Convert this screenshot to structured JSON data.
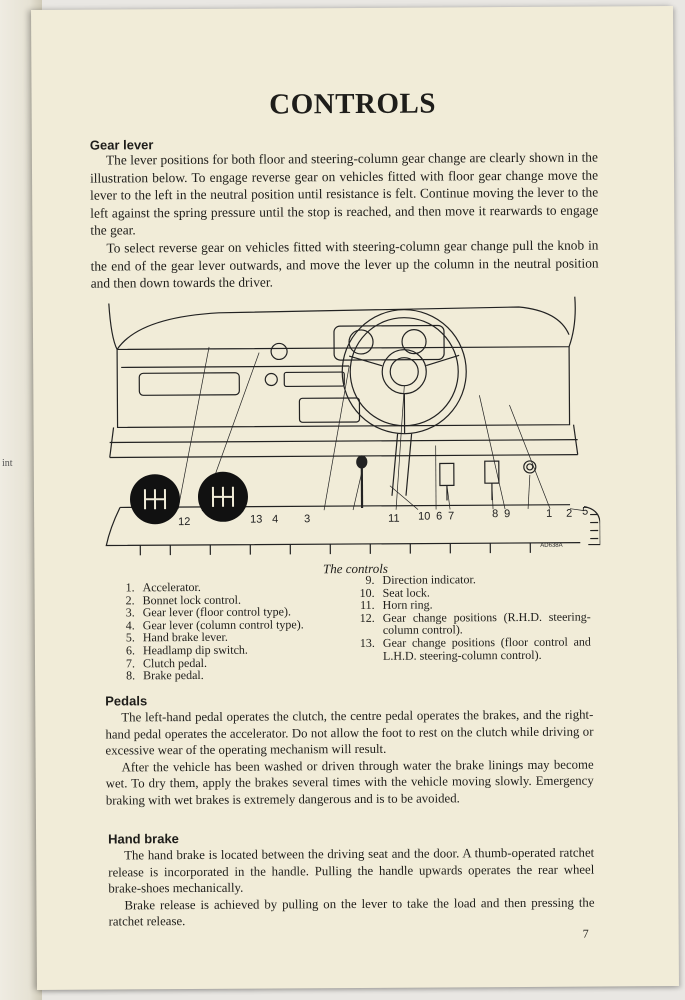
{
  "title": "CONTROLS",
  "gear_lever": {
    "heading": "Gear lever",
    "p1": "The lever positions for both floor and steering-column gear change are clearly shown in the illustration below. To engage reverse gear on vehicles fitted with floor gear change move the lever to the left in the neutral position until resistance is felt. Continue moving the lever to the left against the spring pressure until the stop is reached, and then move it rearwards to engage the gear.",
    "p2": "To select reverse gear on vehicles fitted with steering-column gear change pull the knob in the end of the gear lever outwards, and move the lever up the column in the neutral position and then down towards the driver."
  },
  "diagram": {
    "caption": "The controls",
    "ref": "AD638A",
    "labels": [
      "12",
      "13",
      "4",
      "3",
      "11",
      "10",
      "6",
      "7",
      "8",
      "9",
      "1",
      "2",
      "5"
    ]
  },
  "legend": [
    {
      "num": "1.",
      "text": "Accelerator."
    },
    {
      "num": "2.",
      "text": "Bonnet lock control."
    },
    {
      "num": "3.",
      "text": "Gear lever (floor control type)."
    },
    {
      "num": "4.",
      "text": "Gear lever (column control type)."
    },
    {
      "num": "5.",
      "text": "Hand brake lever."
    },
    {
      "num": "6.",
      "text": "Headlamp dip switch."
    },
    {
      "num": "7.",
      "text": "Clutch pedal."
    },
    {
      "num": "8.",
      "text": "Brake pedal."
    },
    {
      "num": "9.",
      "text": "Direction indicator."
    },
    {
      "num": "10.",
      "text": "Seat lock."
    },
    {
      "num": "11.",
      "text": "Horn ring."
    },
    {
      "num": "12.",
      "text": "Gear change positions (R.H.D. steering-column control)."
    },
    {
      "num": "13.",
      "text": "Gear change positions (floor control and L.H.D. steering-column control)."
    }
  ],
  "pedals": {
    "heading": "Pedals",
    "p1": "The left-hand pedal operates the clutch, the centre pedal operates the brakes, and the right-hand pedal operates the accelerator. Do not allow the foot to rest on the clutch while driving or excessive wear of the operating mechanism will result.",
    "p2": "After the vehicle has been washed or driven through water the brake linings may become wet. To dry them, apply the brakes several times with the vehicle moving slowly. Emergency braking with wet brakes is extremely dangerous and is to be avoided."
  },
  "hand_brake": {
    "heading": "Hand brake",
    "p1": "The hand brake is located between the driving seat and the door. A thumb-operated ratchet release is incorporated in the handle. Pulling the handle upwards operates the rear wheel brake-shoes mechanically.",
    "p2": "Brake release is achieved by pulling on the lever to take the load and then pressing the ratchet release."
  },
  "page_number": "7",
  "edge_text": "int"
}
